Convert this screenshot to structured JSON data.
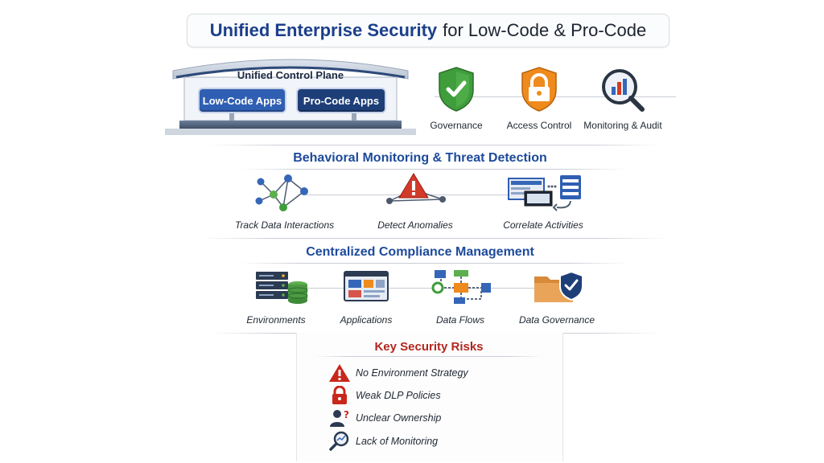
{
  "title": {
    "strong": "Unified Enterprise Security",
    "rest": "for Low-Code & Pro-Code"
  },
  "control_plane": {
    "title": "Unified Control Plane",
    "btn_low": "Low-Code Apps",
    "btn_pro": "Pro-Code Apps"
  },
  "top_features": [
    {
      "label": "Governance",
      "icon": "shield-check-icon"
    },
    {
      "label": "Access Control",
      "icon": "padlock-icon"
    },
    {
      "label": "Monitoring & Audit",
      "icon": "magnifier-chart-icon"
    }
  ],
  "behavioral": {
    "title": "Behavioral Monitoring & Threat Detection",
    "items": [
      {
        "label": "Track Data Interactions",
        "icon": "network-nodes-icon"
      },
      {
        "label": "Detect Anomalies",
        "icon": "warning-network-icon"
      },
      {
        "label": "Correlate Activities",
        "icon": "screens-icon"
      }
    ]
  },
  "compliance": {
    "title": "Centralized Compliance Management",
    "items": [
      {
        "label": "Environments",
        "icon": "server-icon"
      },
      {
        "label": "Applications",
        "icon": "app-window-icon"
      },
      {
        "label": "Data Flows",
        "icon": "flowchart-icon"
      },
      {
        "label": "Data Governance",
        "icon": "folder-shield-icon"
      }
    ]
  },
  "risks": {
    "title": "Key Security Risks",
    "items": [
      {
        "label": "No Environment Strategy",
        "icon": "warning-icon"
      },
      {
        "label": "Weak DLP Policies",
        "icon": "lock-icon"
      },
      {
        "label": "Unclear Ownership",
        "icon": "person-question-icon"
      },
      {
        "label": "Lack of Monitoring",
        "icon": "magnifier-icon"
      }
    ]
  },
  "colors": {
    "title_blue": "#1b3f8b",
    "section_blue": "#1d4a9b",
    "risk_red": "#b3261e",
    "pill_low": "#2f5fb3",
    "pill_pro": "#1e3e78",
    "green": "#3f9d3b",
    "orange": "#ef8a1c"
  }
}
